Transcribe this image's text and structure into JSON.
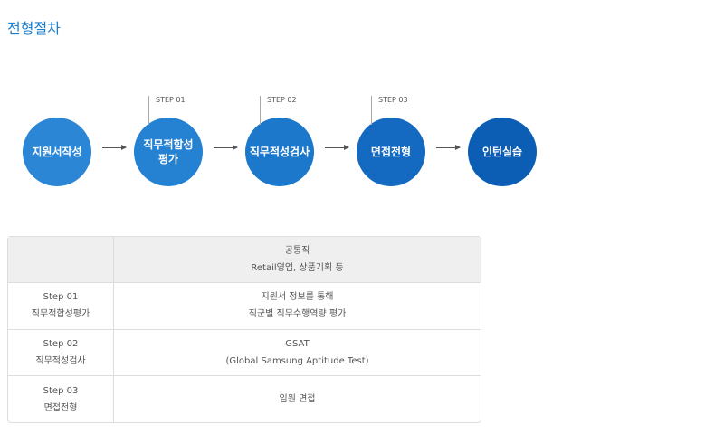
{
  "title": "전형절차",
  "colors": {
    "accent": "#1b7fcf",
    "circles": [
      "#2b87d6",
      "#2582d3",
      "#1c78cb",
      "#1469c0",
      "#0b5eb3"
    ]
  },
  "steps": [
    {
      "label": "지원서작성",
      "step": null
    },
    {
      "label": "직무적합성 평가",
      "step": "STEP 01"
    },
    {
      "label": "직무적성검사",
      "step": "STEP 02"
    },
    {
      "label": "면접전형",
      "step": "STEP 03"
    },
    {
      "label": "인턴실습",
      "step": null
    }
  ],
  "table": {
    "header": {
      "line1": "공통직",
      "line2": "Retail영업, 상품기획 등"
    },
    "rows": [
      {
        "step": "Step 01",
        "name": "직무적합성평가",
        "line1": "지원서 정보를 통해",
        "line2": "직군별 직무수행역량 평가"
      },
      {
        "step": "Step 02",
        "name": "직무적성검사",
        "line1": "GSAT",
        "line2": "(Global Samsung Aptitude Test)"
      },
      {
        "step": "Step 03",
        "name": "면접전형",
        "line1": "임원 면접",
        "line2": ""
      }
    ]
  }
}
